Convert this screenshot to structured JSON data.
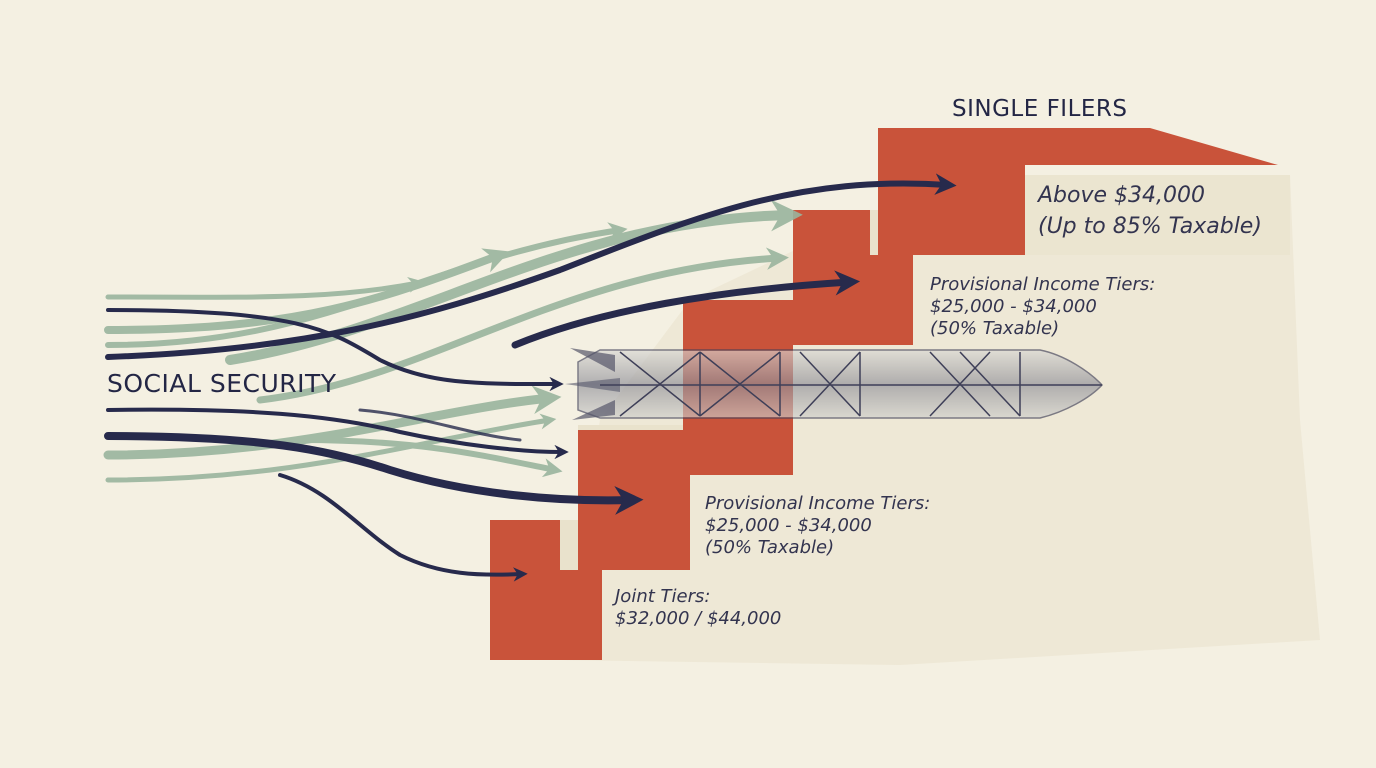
{
  "diagram": {
    "source_label": "SOCIAL SECURITY",
    "top_label": "SINGLE FILERS",
    "tiers": [
      {
        "lines": [
          "Above $34,000",
          "(Up to 85% Taxable)"
        ]
      },
      {
        "lines": [
          "Provisional Income Tiers:",
          "$25,000 - $34,000",
          "(50% Taxable)"
        ]
      },
      {
        "lines": [
          "Provisional Income Tiers:",
          "$25,000 - $34,000",
          "(50% Taxable)"
        ]
      },
      {
        "lines": [
          "Joint Tiers:",
          "$32,000 / $44,000"
        ]
      }
    ],
    "colors": {
      "background": "#f4f0e2",
      "step_face": "#c9533a",
      "step_top": "#e9e2cc",
      "navy_arrow": "#272a4c",
      "green_arrow": "#9ab59e"
    }
  }
}
